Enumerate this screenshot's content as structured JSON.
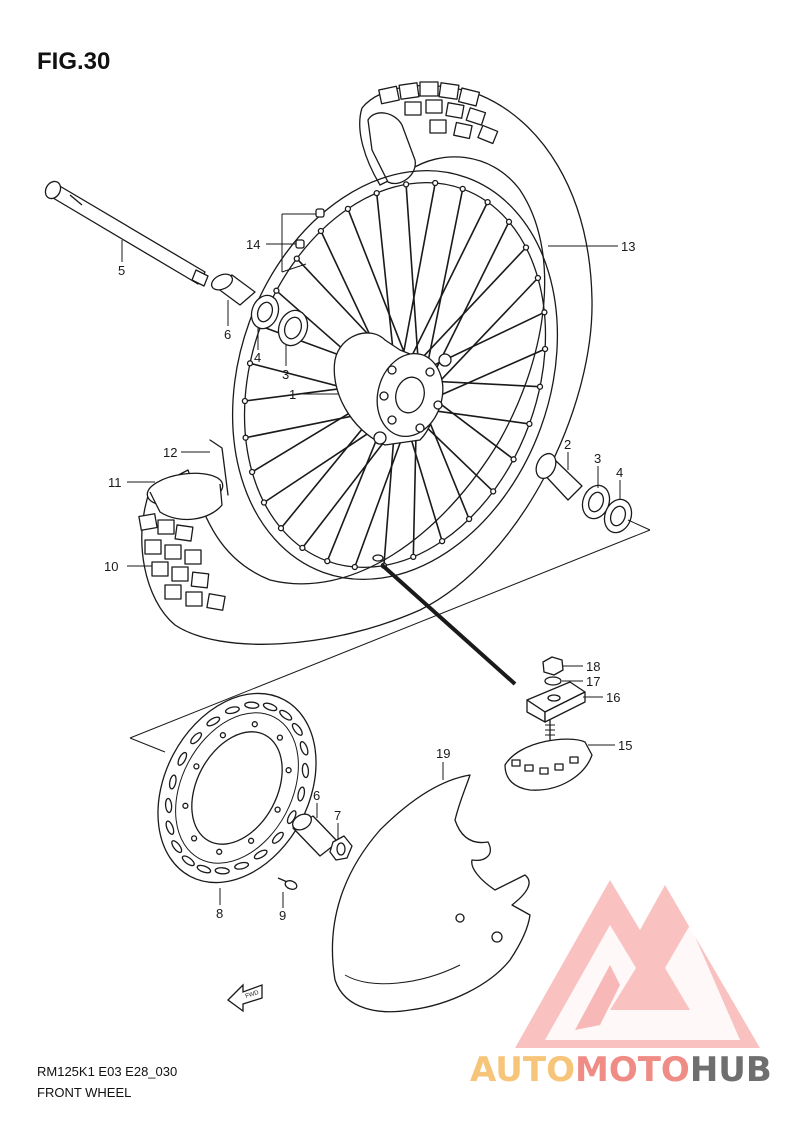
{
  "figure": {
    "title": "FIG.30",
    "model_code": "RM125K1 E03 E28_030",
    "caption": "FRONT WHEEL",
    "fwd_label": "FWD"
  },
  "callouts": [
    {
      "id": "c1",
      "label": "1"
    },
    {
      "id": "c2",
      "label": "2"
    },
    {
      "id": "c3a",
      "label": "3"
    },
    {
      "id": "c3b",
      "label": "3"
    },
    {
      "id": "c4a",
      "label": "4"
    },
    {
      "id": "c4b",
      "label": "4"
    },
    {
      "id": "c5",
      "label": "5"
    },
    {
      "id": "c6a",
      "label": "6"
    },
    {
      "id": "c6b",
      "label": "6"
    },
    {
      "id": "c7",
      "label": "7"
    },
    {
      "id": "c8",
      "label": "8"
    },
    {
      "id": "c9",
      "label": "9"
    },
    {
      "id": "c10",
      "label": "10"
    },
    {
      "id": "c11",
      "label": "11"
    },
    {
      "id": "c12",
      "label": "12"
    },
    {
      "id": "c13",
      "label": "13"
    },
    {
      "id": "c14",
      "label": "14"
    },
    {
      "id": "c15",
      "label": "15"
    },
    {
      "id": "c16",
      "label": "16"
    },
    {
      "id": "c17",
      "label": "17"
    },
    {
      "id": "c18",
      "label": "18"
    },
    {
      "id": "c19",
      "label": "19"
    }
  ],
  "watermark": {
    "brand_part1": "AUTO",
    "brand_part2": "MOTO",
    "brand_part3": "HUB",
    "color_auto": "#f6c57a",
    "color_moto": "#f08c86",
    "color_hub": "#6f6f6f",
    "logo_color": "#f27b78"
  }
}
